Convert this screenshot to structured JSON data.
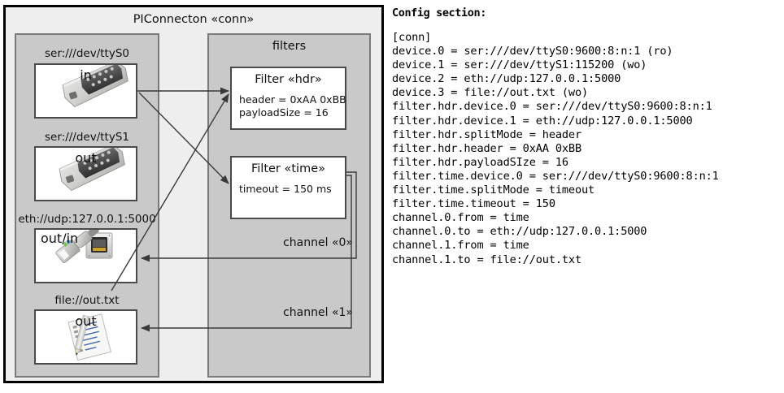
{
  "diagram": {
    "title": "PIConnecton «conn»",
    "panels": {
      "devices_title": "",
      "filters_title": "filters"
    },
    "devices": [
      {
        "label": "ser:///dev/ttyS0",
        "direction": "in",
        "icon": "serial-port-icon"
      },
      {
        "label": "ser:///dev/ttyS1",
        "direction": "out",
        "icon": "serial-port-icon"
      },
      {
        "label": "eth://udp:127.0.0.1:5000",
        "direction": "out/in",
        "icon": "ethernet-plug-icon"
      },
      {
        "label": "file://out.txt",
        "direction": "out",
        "icon": "text-file-icon"
      }
    ],
    "filters": [
      {
        "title": "Filter «hdr»",
        "props": "header = 0xAA 0xBB\npayloadSize = 16"
      },
      {
        "title": "Filter «time»",
        "props": "timeout = 150 ms"
      }
    ],
    "channels": [
      {
        "label": "channel «0»"
      },
      {
        "label": "channel «1»"
      }
    ]
  },
  "config": {
    "heading": "Config section:",
    "text": "[conn]\ndevice.0 = ser:///dev/ttyS0:9600:8:n:1 (ro)\ndevice.1 = ser:///dev/ttyS1:115200 (wo)\ndevice.2 = eth://udp:127.0.0.1:5000\ndevice.3 = file://out.txt (wo)\nfilter.hdr.device.0 = ser:///dev/ttyS0:9600:8:n:1\nfilter.hdr.device.1 = eth://udp:127.0.0.1:5000\nfilter.hdr.splitMode = header\nfilter.hdr.header = 0xAA 0xBB\nfilter.hdr.payloadSIze = 16\nfilter.time.device.0 = ser:///dev/ttyS0:9600:8:n:1\nfilter.time.splitMode = timeout\nfilter.time.timeout = 150\nchannel.0.from = time\nchannel.0.to = eth://udp:127.0.0.1:5000\nchannel.1.from = time\nchannel.1.to = file://out.txt"
  },
  "colors": {
    "frame_bg": "#eeeeee",
    "panel_bg": "#c9c9c9",
    "box_bg": "#ffffff",
    "line": "#3a3a3a"
  }
}
